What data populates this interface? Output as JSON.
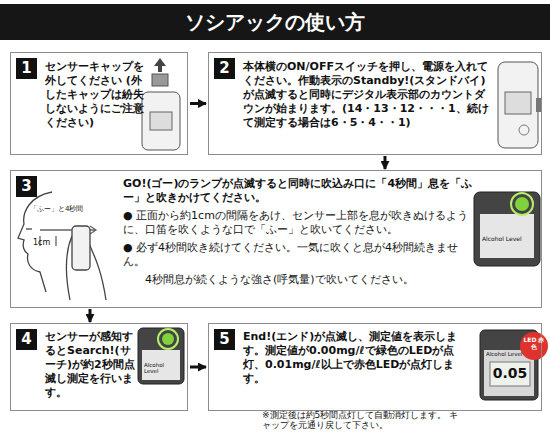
{
  "diagram": {
    "title": "ソシアックの使い方",
    "nodes": [
      {
        "text": [
          "1",
          "センサーキャップを外してください (外したキャップは紛失しないようにご注意ください)"
        ]
      },
      {
        "text": [
          "2",
          "本体横のON/OFFスイッチを押し、電源を入れてください。作動表示のStandby!(スタンドバイ)が点滅すると同時にデジタル表示部のカウントダウンが始まります。(14・13・12・・・1、続けて測定する場合は6・5・4・・1)"
        ]
      },
      {
        "text": [
          "3",
          "GO!(ゴー)のランプが点滅すると同時に吹込み口に「4秒間」息を「ふー」と吹きかけてください。",
          "● 正面から約1cmの間隔をあけ、センサー上部を息が吹きぬけるように、口笛を吹くような口で「ふー」と吹いてください。",
          "● 必ず4秒間吹き続けてください。一気に吹くと息が4秒間続きません。",
          "4秒間息が続くような強さ(呼気量)で吹いてください。"
        ]
      },
      {
        "text": [
          "4",
          "センサーが感知するとSearch!(サーチ)が約2秒間点滅し測定を行います。"
        ]
      },
      {
        "text": [
          "5",
          "End!(エンド)が点滅し、測定値を表示します。測定値が0.00mg/ℓで緑色のLEDが点灯、0.01mg/ℓ以上で赤色LEDが点灯します。"
        ]
      }
    ],
    "edges": [
      {
        "from": 0,
        "to": 1,
        "arrow": "to"
      },
      {
        "from": 1,
        "to": 2,
        "arrow": "to"
      },
      {
        "from": 2,
        "to": 3,
        "arrow": "to"
      },
      {
        "from": 3,
        "to": 4,
        "arrow": "to"
      }
    ],
    "labels": [
      "「ふー」と4秒間",
      "1cm",
      "Alcohol Level",
      "Alcohol Level",
      "Alcohol Level",
      "0.05",
      "LED 赤色",
      "※測定後は約5秒間点灯して自動消灯します。 キャップを元通り戻して下さい。"
    ]
  }
}
